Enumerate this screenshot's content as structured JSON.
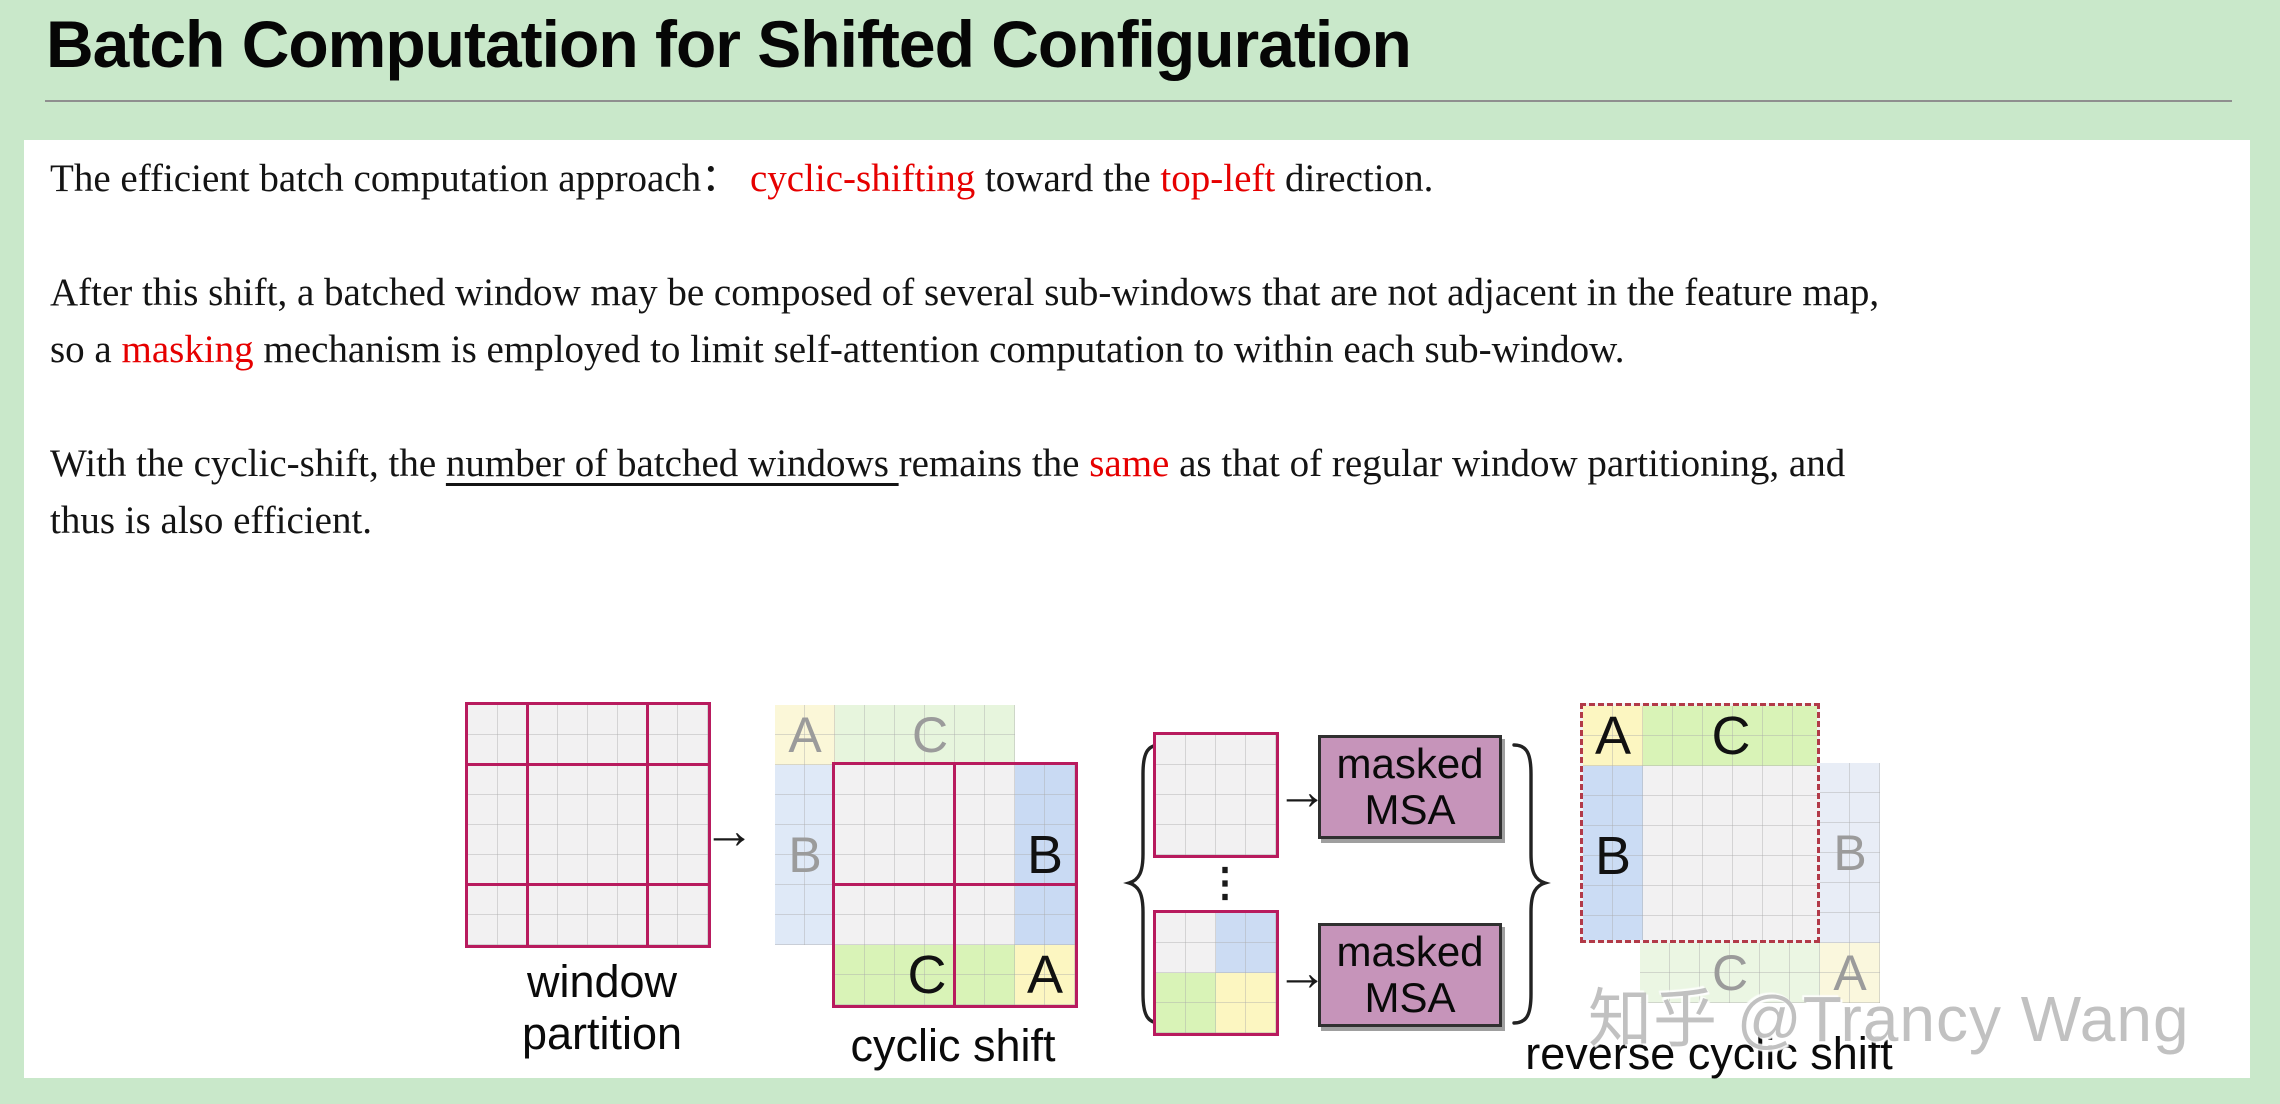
{
  "title": "Batch Computation for Shifted Configuration",
  "body": {
    "p1": {
      "pre": "The efficient batch computation approach： ",
      "red1": "cyclic-shifting",
      "mid": " toward the ",
      "red2": "top-left",
      "post": " direction."
    },
    "p2": {
      "l1": "After this shift, a batched window may be composed of several sub-windows that are not adjacent in the feature map,",
      "l2a": "so a ",
      "l2red": "masking",
      "l2b": " mechanism is employed to limit self-attention computation to within each sub-window."
    },
    "p3": {
      "l1a": "With the cyclic-shift, the ",
      "l1u": "number of batched windows ",
      "l1b": "remains the ",
      "l1red": "same",
      "l1c": " as that of regular window partitioning, and",
      "l2": "thus is also efficient."
    }
  },
  "diagram": {
    "labels": {
      "window_partition": "window partition",
      "cyclic_shift": "cyclic shift",
      "reverse_cyclic_shift": "reverse cyclic shift"
    },
    "letters": {
      "A": "A",
      "B": "B",
      "C": "C"
    },
    "masked_msa": {
      "line1": "masked",
      "line2": "MSA"
    },
    "arrow": "→",
    "dots": "⋮",
    "colors": {
      "window_border_magenta": "#b81b5e",
      "dashed_border_red": "#b23a48",
      "region_a_yellow": "#fcf6c1",
      "region_b_blue": "#c9daf3",
      "region_c_green": "#d9f3b7",
      "ghost_a_yellow": "#fbf7d8",
      "ghost_b_blue": "#dfe9f7",
      "ghost_c_green": "#e7f5dd",
      "masked_msa_fill": "#c694ba",
      "cell_gray": "#f2f1f2"
    }
  },
  "watermark": {
    "text": "知乎 @Trancy Wang"
  },
  "page_colors": {
    "background_green": "#c9e8ca",
    "panel_white": "#ffffff",
    "accent_red_text": "#e60000"
  }
}
